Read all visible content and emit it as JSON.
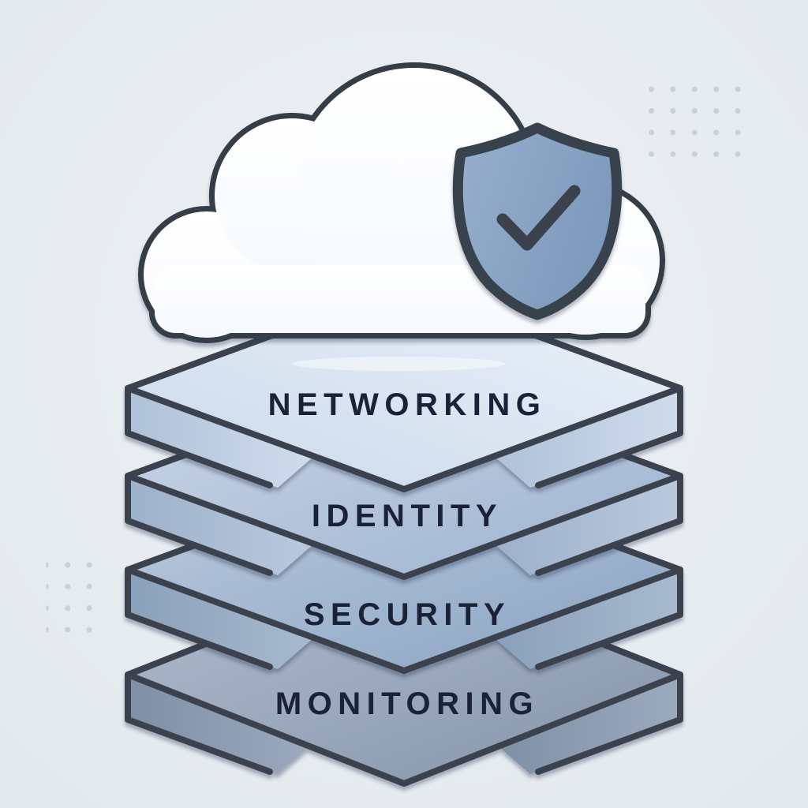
{
  "scene": {
    "description": "Cloud security stack illustration",
    "background_color": "#e8edf2",
    "outline_color": "#3a434e",
    "label_text_color": "#1a2238",
    "cloud": {
      "name": "cloud",
      "fill": "#fdfdfe",
      "outline": "#353d47"
    },
    "shield": {
      "name": "shield-with-checkmark",
      "fill": "#8da8c7",
      "outline": "#39424d",
      "checkmark_color": "#3a434d"
    },
    "layers": [
      {
        "label": "NETWORKING",
        "top_color": "#e7eef7",
        "side_color": "#bccde1"
      },
      {
        "label": "IDENTITY",
        "top_color": "#c6d4e6",
        "side_color": "#a6bad2"
      },
      {
        "label": "SECURITY",
        "top_color": "#b3c4d9",
        "side_color": "#92a9c2"
      },
      {
        "label": "MONITORING",
        "top_color": "#a2b0c2",
        "side_color": "#8697ad"
      }
    ],
    "decorations": {
      "dot_color": "#c5d1de",
      "dot_grid_top_right": {
        "rows": 5,
        "cols": 5
      },
      "dot_grid_bottom_left": {
        "rows": 4,
        "cols": 3
      }
    }
  }
}
